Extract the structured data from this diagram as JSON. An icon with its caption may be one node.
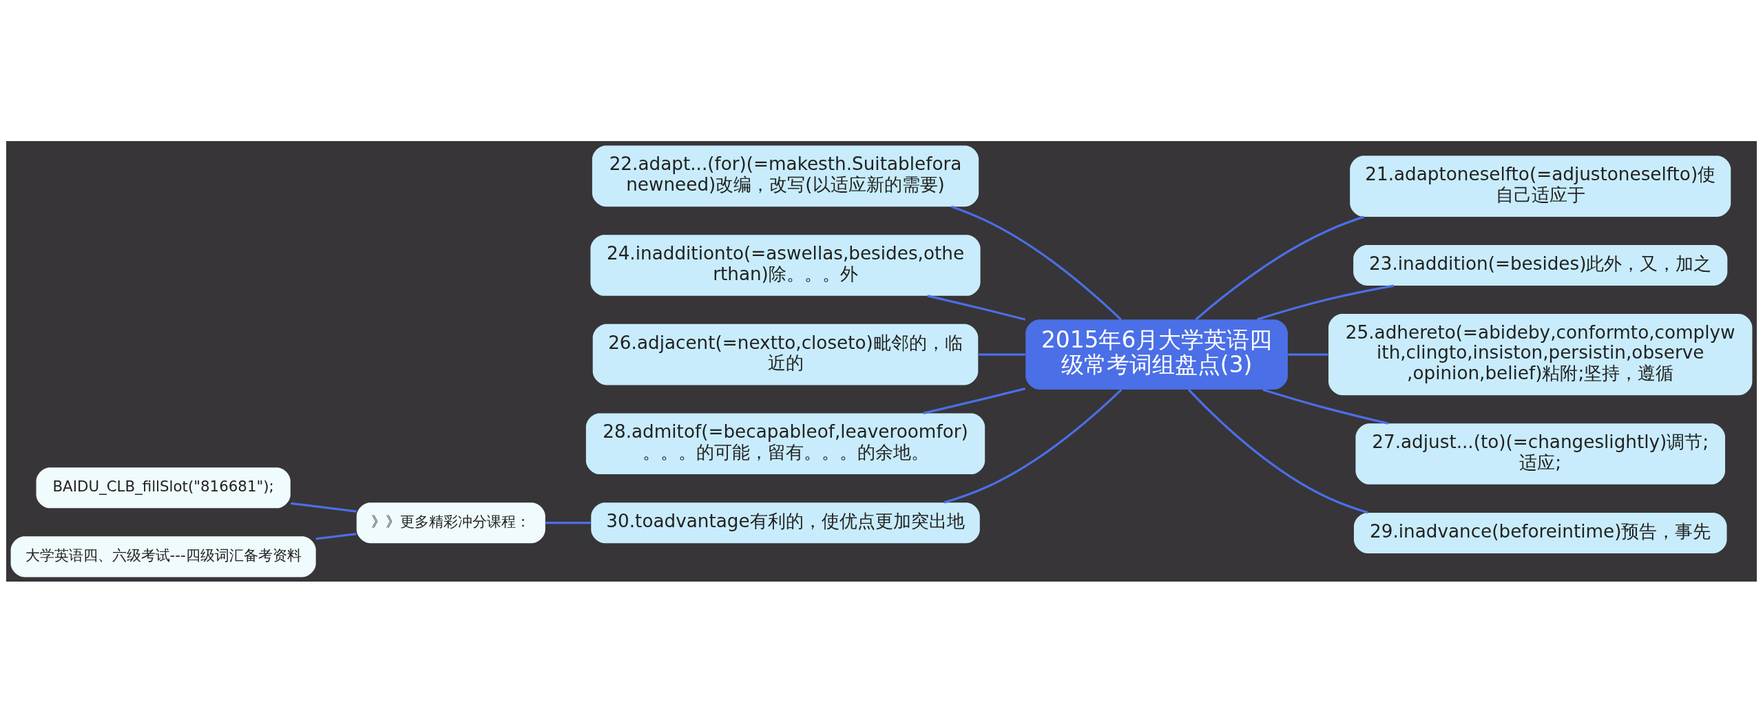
{
  "diagram": {
    "nodes": [
      {
        "text": [
          "2015年6月大学英语四级常考词组盘点(3)"
        ]
      },
      {
        "text": [
          "21.adaptoneselfto(=adjustoneselfto)使自己适应于"
        ]
      },
      {
        "text": [
          "23.inaddition(=besides)此外，又，加之"
        ]
      },
      {
        "text": [
          "25.adhereto(=abideby,conformto,complywith,clingto,insiston,persistin,observe,opinion,belief)粘附;坚持，遵循"
        ]
      },
      {
        "text": [
          "27.adjust...(to)(=changeslightly)调节;适应;"
        ]
      },
      {
        "text": [
          "29.inadvance(beforeintime)预告，事先"
        ]
      },
      {
        "text": [
          "22.adapt...(for)(=makesth.Suitableforanewneed)改编，改写(以适应新的需要)"
        ]
      },
      {
        "text": [
          "24.inadditionto(=aswellas,besides,otherthan)除。。。外"
        ]
      },
      {
        "text": [
          "26.adjacent(=nextto,closeto)毗邻的，临近的"
        ]
      },
      {
        "text": [
          "28.admitof(=becapableof,leaveroomfor)。。。的可能，留有。。。的余地。"
        ]
      },
      {
        "text": [
          "30.toadvantage有利的，使优点更加突出地"
        ]
      },
      {
        "text": [
          "》》更多精彩冲分课程："
        ]
      },
      {
        "text": [
          "BAIDU_CLB_fillSlot(\"816681\");"
        ]
      },
      {
        "text": [
          "大学英语四、六级考试---四级词汇备考资料"
        ]
      }
    ],
    "edges": [
      {
        "from": 0,
        "to": 1,
        "arrow": "none"
      },
      {
        "from": 0,
        "to": 2,
        "arrow": "none"
      },
      {
        "from": 0,
        "to": 3,
        "arrow": "none"
      },
      {
        "from": 0,
        "to": 4,
        "arrow": "none"
      },
      {
        "from": 0,
        "to": 5,
        "arrow": "none"
      },
      {
        "from": 0,
        "to": 6,
        "arrow": "none"
      },
      {
        "from": 0,
        "to": 7,
        "arrow": "none"
      },
      {
        "from": 0,
        "to": 8,
        "arrow": "none"
      },
      {
        "from": 0,
        "to": 9,
        "arrow": "none"
      },
      {
        "from": 0,
        "to": 10,
        "arrow": "none"
      },
      {
        "from": 10,
        "to": 11,
        "arrow": "none"
      },
      {
        "from": 11,
        "to": 12,
        "arrow": "none"
      },
      {
        "from": 11,
        "to": 13,
        "arrow": "none"
      }
    ]
  }
}
